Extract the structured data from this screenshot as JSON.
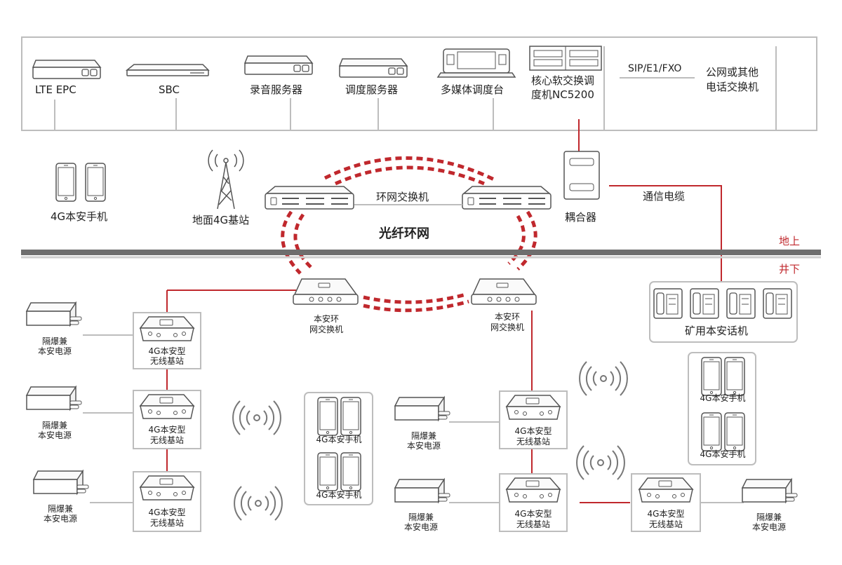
{
  "top_devices": {
    "lte_epc": "LTE   EPC",
    "sbc": "SBC",
    "recording_server": "录音服务器",
    "dispatch_server": "调度服务器",
    "multimedia_console": "多媒体调度台",
    "core_switch_line1": "核心软交换调",
    "core_switch_line2": "度机NC5200",
    "sip_label": "SIP/E1/FXO",
    "public_network_line1": "公网或其他",
    "public_network_line2": "电话交换机"
  },
  "middle": {
    "phones_label": "4G本安手机",
    "ground_bs_label": "地面4G基站",
    "ring_switch_label": "环网交换机",
    "coupler_label": "耦合器",
    "comm_cable_label": "通信电缆",
    "fiber_ring_label": "光纤环网",
    "above_ground": "地上",
    "underground": "井下"
  },
  "underground": {
    "left_switch_line1": "本安环",
    "left_switch_line2": "网交换机",
    "right_switch_line1": "本安环",
    "right_switch_line2": "网交换机",
    "mine_phone_label": "矿用本安话机",
    "psu_line1": "隔爆兼",
    "psu_line2": "本安电源",
    "bs_line1": "4G本安型",
    "bs_line2": "无线基站",
    "handset_label": "4G本安手机"
  },
  "colors": {
    "red": "#c0282d",
    "gray_line": "#bdbdbd",
    "device_stroke": "#555555",
    "ground_bar": "#6e6e6e"
  }
}
